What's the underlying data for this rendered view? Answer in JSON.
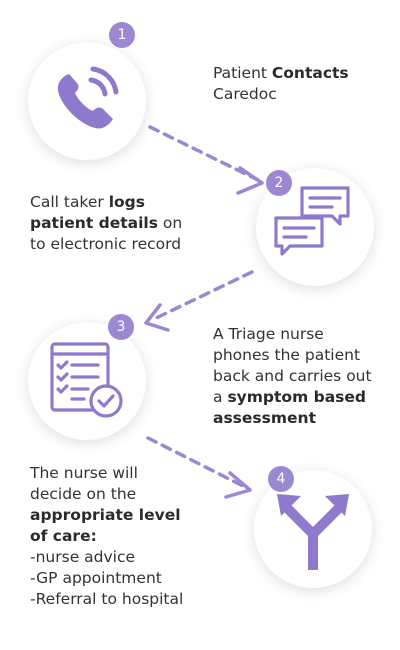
{
  "accent": "#9c87d3",
  "steps": [
    {
      "number": "1",
      "icon": "phone-icon",
      "lines": [
        [
          "Patient ",
          "Contacts"
        ],
        [
          "Caredoc",
          ""
        ]
      ]
    },
    {
      "number": "2",
      "icon": "chat-bubbles-icon",
      "lines": [
        [
          "Call taker ",
          "logs"
        ],
        [
          "",
          "patient details"
        ],
        [
          "to electronic record",
          ""
        ]
      ],
      "extra": " on"
    },
    {
      "number": "3",
      "icon": "checklist-icon",
      "lines": [
        [
          "A Triage nurse",
          ""
        ],
        [
          "phones the patient",
          ""
        ],
        [
          "back and carries out",
          ""
        ],
        [
          "a ",
          "symptom based"
        ],
        [
          "",
          "assessment"
        ]
      ]
    },
    {
      "number": "4",
      "icon": "split-arrow-icon",
      "lines": [
        [
          "The nurse will",
          ""
        ],
        [
          "decide on the",
          ""
        ],
        [
          "",
          "appropriate level"
        ],
        [
          "",
          "of care:"
        ],
        [
          "-nurse advice",
          ""
        ],
        [
          "-GP appointment",
          ""
        ],
        [
          "-Referral to hospital",
          ""
        ]
      ]
    }
  ]
}
